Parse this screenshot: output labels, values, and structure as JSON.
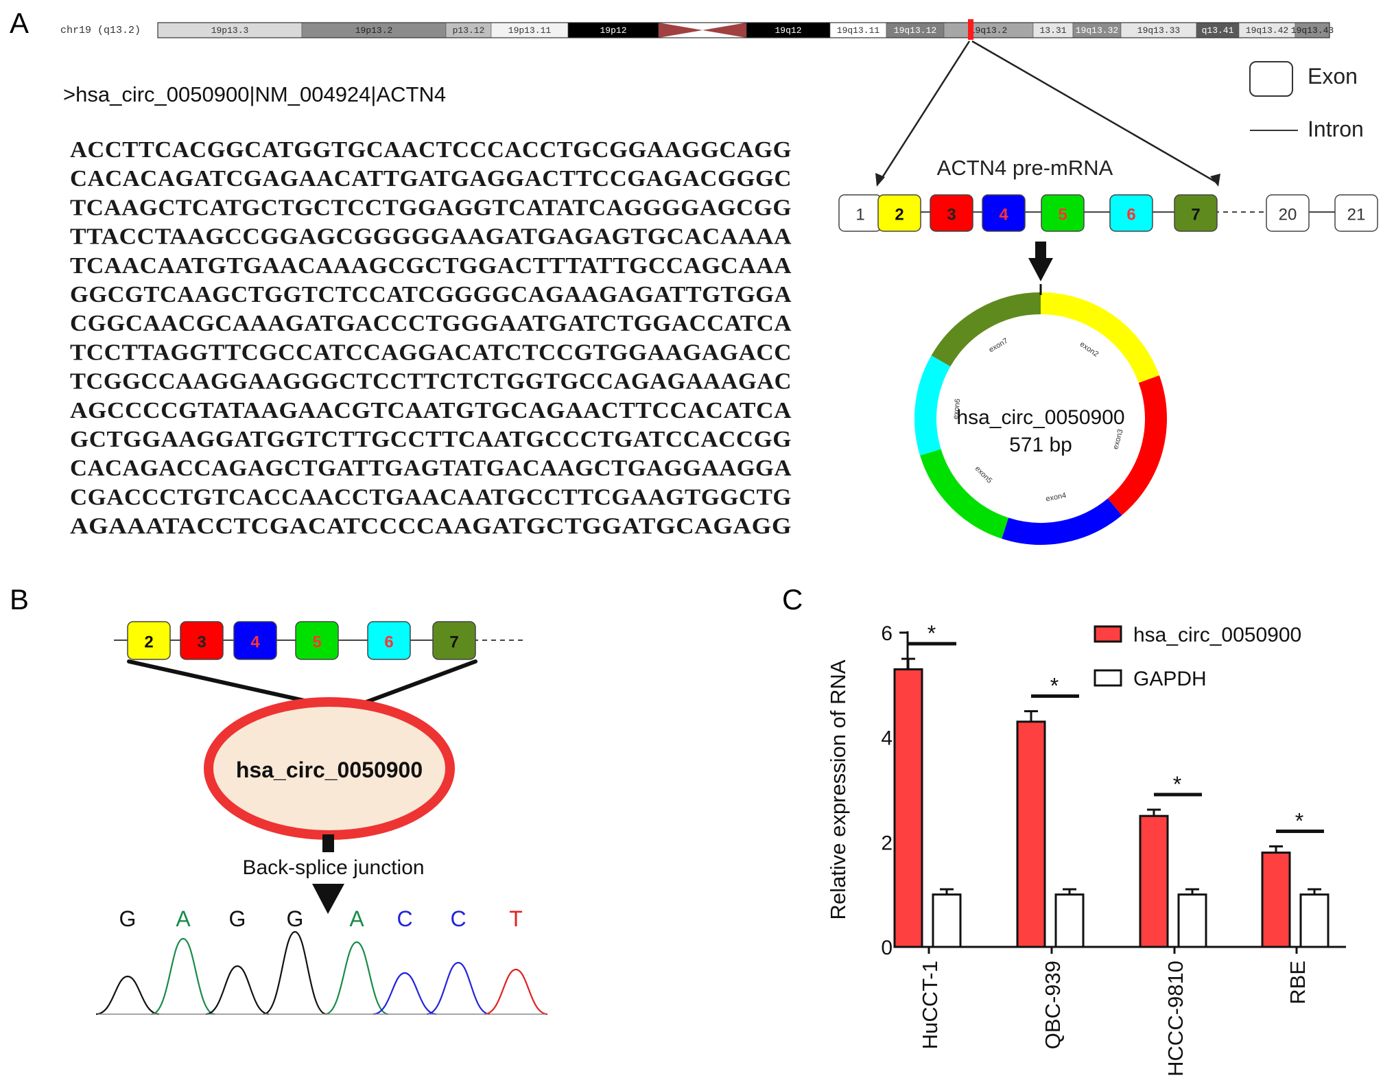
{
  "panels": {
    "a": "A",
    "b": "B",
    "c": "C"
  },
  "chromosome": {
    "label": "chr19 (q13.2)",
    "bands": [
      {
        "name": "19p13.3",
        "color": "#d9d9d9",
        "text": "#333333"
      },
      {
        "name": "19p13.2",
        "color": "#8c8c8c",
        "text": "#222222"
      },
      {
        "name": "p13.12",
        "color": "#bfbfbf",
        "text": "#333333"
      },
      {
        "name": "19p13.11",
        "color": "#f2f2f2",
        "text": "#333333"
      },
      {
        "name": "19p12",
        "color": "#000000",
        "text": "#ffffff"
      },
      {
        "name": "",
        "color": "#a04040",
        "text": "#ffffff"
      },
      {
        "name": "19q12",
        "color": "#000000",
        "text": "#ffffff"
      },
      {
        "name": "19q13.11",
        "color": "#ffffff",
        "text": "#333333"
      },
      {
        "name": "19q13.12",
        "color": "#7f7f7f",
        "text": "#ffffff"
      },
      {
        "name": "19q13.2",
        "color": "#a6a6a6",
        "text": "#222222"
      },
      {
        "name": "13.31",
        "color": "#e6e6e6",
        "text": "#333333"
      },
      {
        "name": "19q13.32",
        "color": "#8c8c8c",
        "text": "#ffffff"
      },
      {
        "name": "19q13.33",
        "color": "#e6e6e6",
        "text": "#333333"
      },
      {
        "name": "q13.41",
        "color": "#595959",
        "text": "#ffffff"
      },
      {
        "name": "19q13.42",
        "color": "#e6e6e6",
        "text": "#333333"
      },
      {
        "name": "19q13.43",
        "color": "#8c8c8c",
        "text": "#222222"
      }
    ]
  },
  "sequence": {
    "header": ">hsa_circ_0050900|NM_004924|ACTN4",
    "lines": [
      "ACCTTCACGGCATGGTGCAACTCCCACCTGCGGAAGGCAGG",
      "CACACAGATCGAGAACATTGATGAGGACTTCCGAGACGGGC",
      "TCAAGCTCATGCTGCTCCTGGAGGTCATATCAGGGGAGCGG",
      "TTACCTAAGCCGGAGCGGGGGAAGATGAGAGTGCACAAAA",
      "TCAACAATGTGAACAAAGCGCTGGACTTTATTGCCAGCAAA",
      "GGCGTCAAGCTGGTCTCCATCGGGGCAGAAGAGATTGTGGA",
      "CGGCAACGCAAAGATGACCCTGGGAATGATCTGGACCATCA",
      "TCCTTAGGTTCGCCATCCAGGACATCTCCGTGGAAGAGACC",
      "TCGGCCAAGGAAGGGCTCCTTCTCTGGTGCCAGAGAAAGAC",
      "AGCCCCGTATAAGAACGTCAATGTGCAGAACTTCCACATCA",
      "GCTGGAAGGATGGTCTTGCCTTCAATGCCCTGATCCACCGG",
      "CACAGACCAGAGCTGATTGAGTATGACAAGCTGAGGAAGGA",
      "CGACCCTGTCACCAACCTGAACAATGCCTTCGAAGTGGCTG",
      "AGAAATACCTCGACATCCCCAAGATGCTGGATGCAGAGG"
    ]
  },
  "legend_a": {
    "exon": "Exon",
    "intron": "Intron"
  },
  "pre_mrna": {
    "title": "ACTN4 pre-mRNA",
    "exons": [
      {
        "num": "1",
        "fill": "#ffffff",
        "text": "#333333"
      },
      {
        "num": "2",
        "fill": "#ffff00",
        "text": "#111111"
      },
      {
        "num": "3",
        "fill": "#ff0000",
        "text": "#222222"
      },
      {
        "num": "4",
        "fill": "#0000ff",
        "text": "#ff3333"
      },
      {
        "num": "5",
        "fill": "#00e000",
        "text": "#ff3333"
      },
      {
        "num": "6",
        "fill": "#00ffff",
        "text": "#ff3333"
      },
      {
        "num": "7",
        "fill": "#5f8a1e",
        "text": "#111111"
      },
      {
        "num": "20",
        "fill": "#ffffff",
        "text": "#333333"
      },
      {
        "num": "21",
        "fill": "#ffffff",
        "text": "#333333"
      }
    ]
  },
  "circle": {
    "name": "hsa_circ_0050900",
    "size": "571 bp",
    "segments": [
      {
        "label": "exon2",
        "color": "#ffff00",
        "from": 0,
        "to": 70
      },
      {
        "label": "exon3",
        "color": "#ff0000",
        "from": 70,
        "to": 140
      },
      {
        "label": "exon4",
        "color": "#0000ff",
        "from": 140,
        "to": 198
      },
      {
        "label": "exon5",
        "color": "#00e000",
        "from": 198,
        "to": 253
      },
      {
        "label": "exon6",
        "color": "#00ffff",
        "from": 253,
        "to": 300
      },
      {
        "label": "exon7",
        "color": "#5f8a1e",
        "from": 300,
        "to": 360
      }
    ]
  },
  "panel_b": {
    "exons": [
      {
        "num": "2",
        "fill": "#ffff00",
        "text": "#111111"
      },
      {
        "num": "3",
        "fill": "#ff0000",
        "text": "#222222"
      },
      {
        "num": "4",
        "fill": "#0000ff",
        "text": "#ff3333"
      },
      {
        "num": "5",
        "fill": "#00e000",
        "text": "#ff3333"
      },
      {
        "num": "6",
        "fill": "#00ffff",
        "text": "#ff3333"
      },
      {
        "num": "7",
        "fill": "#5f8a1e",
        "text": "#111111"
      }
    ],
    "circ_label": "hsa_circ_0050900",
    "junction_label": "Back-splice junction",
    "bases": [
      {
        "base": "G",
        "color": "#111111"
      },
      {
        "base": "A",
        "color": "#1a8a4a"
      },
      {
        "base": "G",
        "color": "#111111"
      },
      {
        "base": "G",
        "color": "#111111"
      },
      {
        "base": "A",
        "color": "#1a8a4a"
      },
      {
        "base": "C",
        "color": "#2222dd"
      },
      {
        "base": "C",
        "color": "#2222dd"
      },
      {
        "base": "T",
        "color": "#e02020"
      }
    ],
    "trace_heights": [
      55,
      110,
      70,
      120,
      105,
      60,
      75,
      65
    ]
  },
  "chart_data": {
    "type": "bar",
    "categories": [
      "HuCCT-1",
      "QBC-939",
      "HCCC-9810",
      "RBE"
    ],
    "series": [
      {
        "name": "hsa_circ_0050900",
        "values": [
          5.3,
          4.3,
          2.5,
          1.8
        ],
        "errors": [
          0.2,
          0.2,
          0.12,
          0.12
        ],
        "color": "#ff4040"
      },
      {
        "name": "GAPDH",
        "values": [
          1.0,
          1.0,
          1.0,
          1.0
        ],
        "errors": [
          0.1,
          0.1,
          0.1,
          0.1
        ],
        "color": "#ffffff"
      }
    ],
    "ylabel": "Relative expression of RNA",
    "ylim": [
      0,
      6
    ],
    "yticks": [
      "0",
      "2",
      "4",
      "6"
    ],
    "significance": [
      "*",
      "*",
      "*",
      "*"
    ],
    "legend_position": "top-right",
    "grid": false
  }
}
